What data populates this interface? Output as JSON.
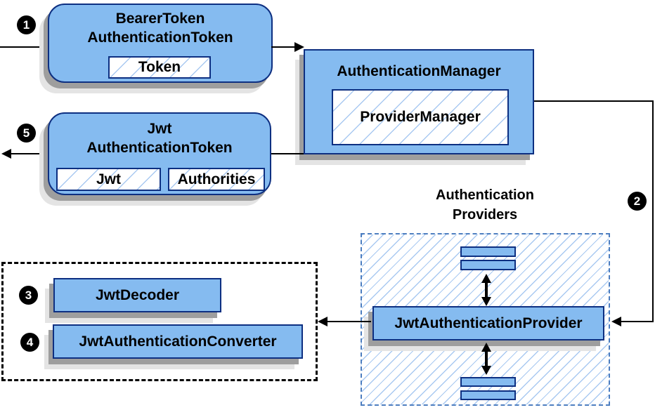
{
  "colors": {
    "box_fill": "#85bbf0",
    "box_border": "#0d2f81",
    "hatch_line": "#a9c9f1",
    "dashed_blue_border": "#4d7ec0",
    "dashed_black_border": "#000000",
    "shadow_dark": "#9e9e9e",
    "shadow_light": "#e4e4e4",
    "connector": "#000000",
    "step_badge_bg": "#000000",
    "step_badge_text": "#ffffff"
  },
  "steps": {
    "s1": "1",
    "s2": "2",
    "s3": "3",
    "s4": "4",
    "s5": "5"
  },
  "bearer": {
    "title_line1": "BearerToken",
    "title_line2": "AuthenticationToken",
    "field_token": "Token"
  },
  "manager": {
    "title": "AuthenticationManager",
    "field_provider_manager": "ProviderManager"
  },
  "jwt_token": {
    "title_line1": "Jwt",
    "title_line2": "AuthenticationToken",
    "field_jwt": "Jwt",
    "field_authorities": "Authorities"
  },
  "providers": {
    "heading_line1": "Authentication",
    "heading_line2": "Providers",
    "provider_bar": "JwtAuthenticationProvider"
  },
  "resolver": {
    "decoder": "JwtDecoder",
    "converter": "JwtAuthenticationConverter"
  }
}
